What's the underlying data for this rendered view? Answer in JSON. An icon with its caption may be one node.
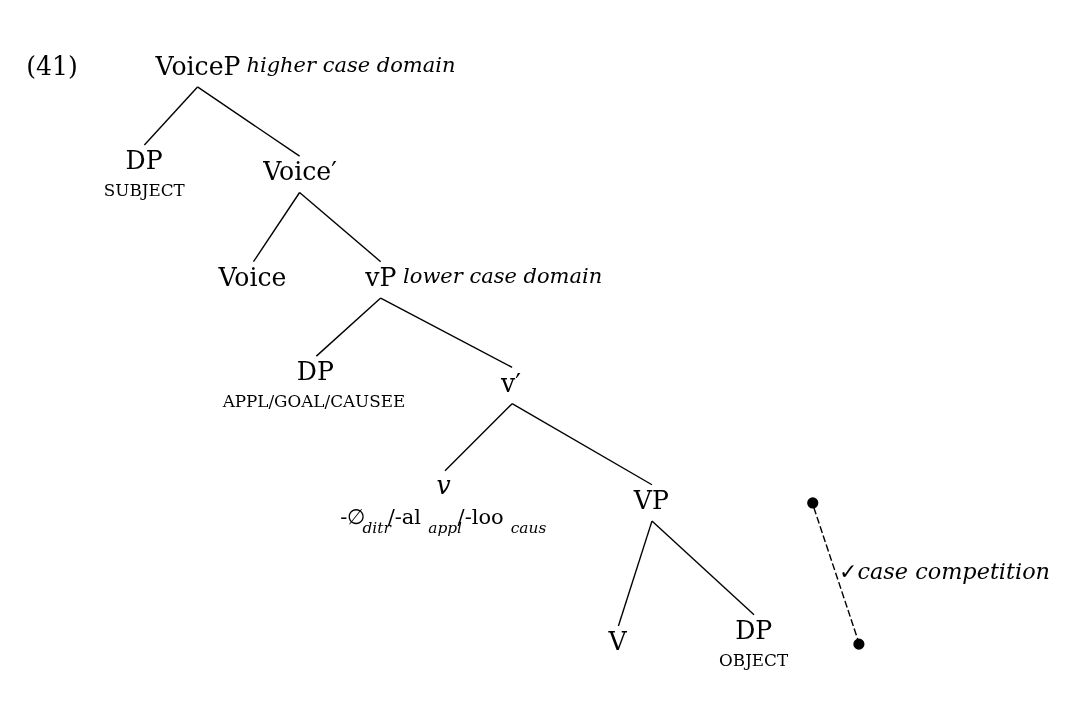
{
  "diagram": {
    "nodes": [
      {
        "text": [
          "VoiceP"
        ],
        "beside": [
          "*higher case domain*"
        ]
      },
      {
        "text": [
          "DP"
        ],
        "beside": [
          "SUBJECT"
        ]
      },
      {
        "text": [
          "Voice′"
        ]
      },
      {
        "text": [
          "Voice"
        ]
      },
      {
        "text": [
          "vP"
        ],
        "beside": [
          "*lower case domain*"
        ]
      },
      {
        "text": [
          "DP"
        ],
        "beside": [
          "APPL/GOAL/CAUSEE"
        ]
      },
      {
        "text": [
          "v′"
        ]
      },
      {
        "text": [
          "*v*"
        ],
        "beside": [
          "-∅$_{ditr}$/-al$_{appl}$/-loo$_{caus}$"
        ]
      },
      {
        "text": [
          "VP"
        ]
      },
      {
        "text": [
          "V"
        ]
      },
      {
        "text": [
          "DP"
        ],
        "beside": [
          "OBJECT"
        ]
      },
      {
        "text": [],
        "shape": "circle"
      },
      {
        "text": [],
        "shape": "circle"
      }
    ],
    "edges": [
      {
        "from": 0,
        "to": 1,
        "arrow": "none"
      },
      {
        "from": 0,
        "to": 2,
        "arrow": "none"
      },
      {
        "from": 2,
        "to": 3,
        "arrow": "none"
      },
      {
        "from": 2,
        "to": 4,
        "arrow": "none"
      },
      {
        "from": 4,
        "to": 5,
        "arrow": "none"
      },
      {
        "from": 4,
        "to": 6,
        "arrow": "none"
      },
      {
        "from": 6,
        "to": 7,
        "arrow": "none"
      },
      {
        "from": 6,
        "to": 8,
        "arrow": "none"
      },
      {
        "from": 8,
        "to": 9,
        "arrow": "none"
      },
      {
        "from": 8,
        "to": 10,
        "arrow": "none"
      },
      {
        "from": 11,
        "to": 12,
        "arrow": "none",
        "style": "dashed",
        "label": "✓*case competition*"
      }
    ],
    "labels": [
      "(41)"
    ]
  }
}
